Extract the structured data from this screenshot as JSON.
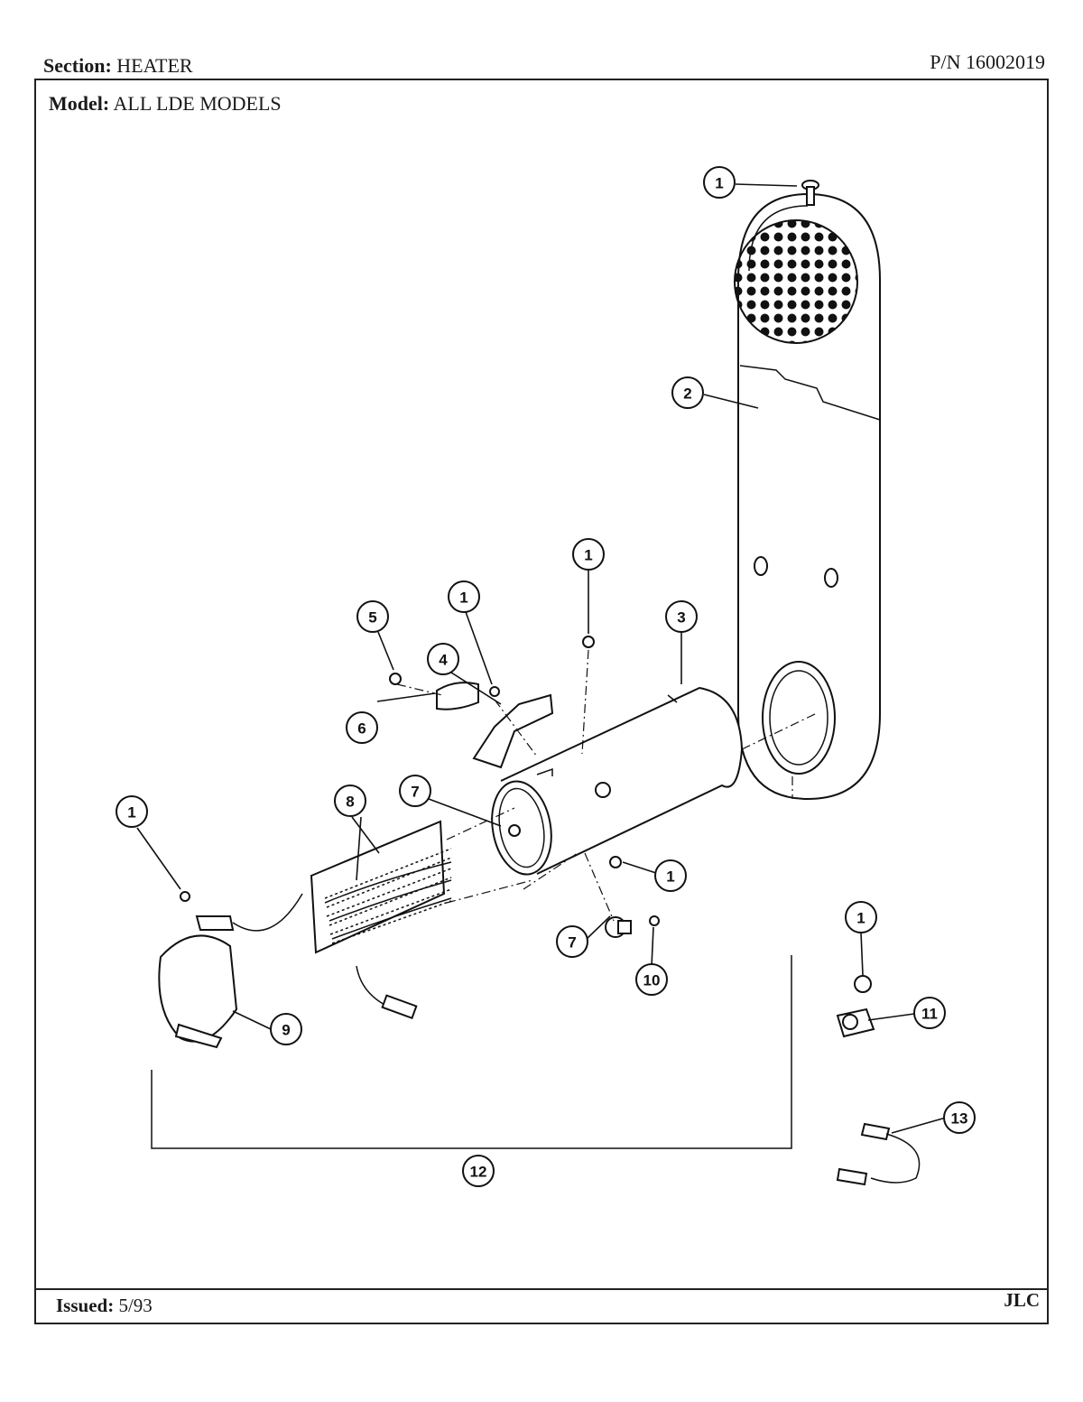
{
  "header": {
    "section_label": "Section:",
    "section_value": "HEATER",
    "part_number": "P/N 16002019",
    "model_label": "Model:",
    "model_value": "ALL LDE MODELS"
  },
  "footer": {
    "issued_label": "Issued:",
    "issued_value": "5/93",
    "code": "JLC"
  },
  "callouts": [
    "1",
    "1",
    "1",
    "1",
    "1",
    "1",
    "2",
    "3",
    "4",
    "5",
    "6",
    "7",
    "7",
    "8",
    "9",
    "10",
    "11",
    "12",
    "13"
  ]
}
